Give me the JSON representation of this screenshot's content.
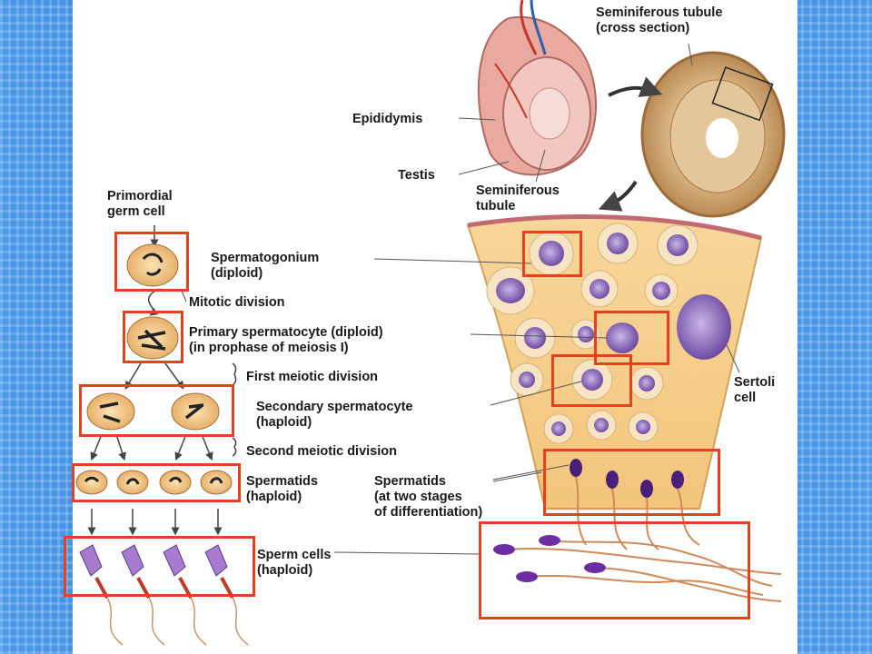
{
  "labels": {
    "seminiferous_tubule_cross": "Seminiferous tubule\n(cross section)",
    "epididymis": "Epididymis",
    "testis": "Testis",
    "seminiferous_tubule": "Seminiferous\ntubule",
    "primordial_germ_cell": "Primordial\ngerm cell",
    "spermatogonium": "Spermatogonium\n(diploid)",
    "mitotic_division": "Mitotic division",
    "primary_spermatocyte": "Primary spermatocyte (diploid)\n(in prophase of meiosis I)",
    "first_meiotic_division": "First meiotic division",
    "secondary_spermatocyte": "Secondary spermatocyte\n(haploid)",
    "second_meiotic_division": "Second meiotic division",
    "spermatids_haploid": "Spermatids\n(haploid)",
    "spermatids_stages": "Spermatids\n(at two stages\nof differentiation)",
    "sperm_cells": "Sperm cells\n(haploid)",
    "sertoli_cell": "Sertoli\ncell"
  },
  "colors": {
    "highlight": "#e8401c",
    "cell_fill": "#f3c98a",
    "nucleus": "#7a4fa8",
    "tissue": "#f6d28e",
    "background": "#3f8fe0"
  }
}
